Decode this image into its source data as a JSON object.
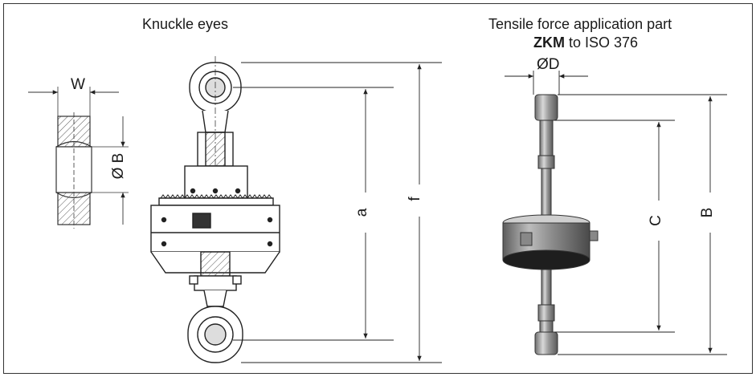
{
  "left_title": "Knuckle eyes",
  "right_title_line1": "Tensile force application part",
  "right_title_bold": "ZKM",
  "right_title_rest": " to ISO 376",
  "dims": {
    "W": "W",
    "OB": "Ø B",
    "a": "a",
    "f": "f",
    "OD": "ØD",
    "C": "C",
    "B": "B"
  }
}
